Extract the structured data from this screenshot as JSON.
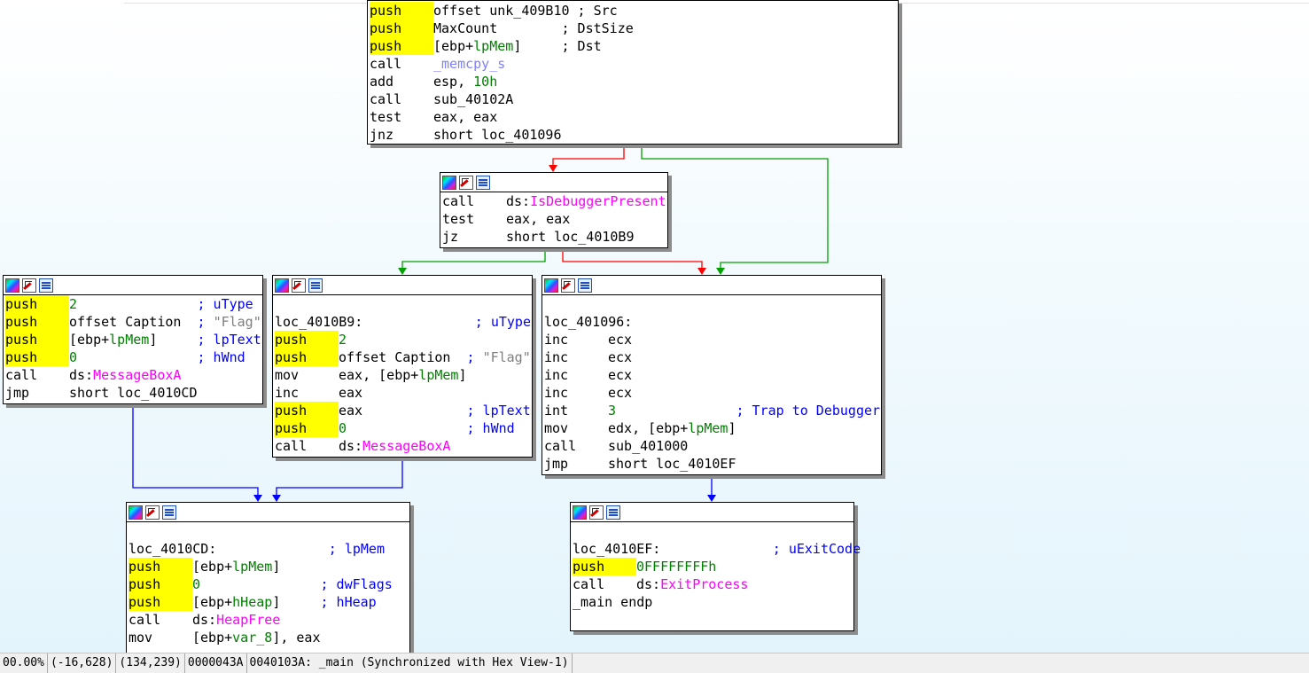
{
  "blocks": [
    {
      "id": "block-memcpy",
      "has_header": false,
      "lines": [
        [
          {
            "t": "push",
            "c": "hl mn"
          },
          {
            "t": "offset unk_409B10 ; Src"
          }
        ],
        [
          {
            "t": "push",
            "c": "hl mn"
          },
          {
            "t": "MaxCount        ; DstSize"
          }
        ],
        [
          {
            "t": "push",
            "c": "hl mn"
          },
          {
            "t": "[ebp+"
          },
          {
            "t": "lpMem",
            "c": "var"
          },
          {
            "t": "]     ; Dst"
          }
        ],
        [
          {
            "t": "call",
            "c": "mn"
          },
          {
            "t": "_memcpy_s",
            "c": "lnk"
          }
        ],
        [
          {
            "t": "add",
            "c": "mn"
          },
          {
            "t": "esp, "
          },
          {
            "t": "10h",
            "c": "num"
          }
        ],
        [
          {
            "t": "call",
            "c": "mn"
          },
          {
            "t": "sub_40102A"
          }
        ],
        [
          {
            "t": "test",
            "c": "mn"
          },
          {
            "t": "eax, eax"
          }
        ],
        [
          {
            "t": "jnz",
            "c": "mn"
          },
          {
            "t": "short loc_401096"
          }
        ]
      ]
    },
    {
      "id": "block-isdebugger",
      "has_header": true,
      "lines": [
        [
          {
            "t": "call",
            "c": "mn"
          },
          {
            "t": "ds:"
          },
          {
            "t": "IsDebuggerPresent",
            "c": "imp"
          }
        ],
        [
          {
            "t": "test",
            "c": "mn"
          },
          {
            "t": "eax, eax"
          }
        ],
        [
          {
            "t": "jz",
            "c": "mn"
          },
          {
            "t": "short loc_4010B9"
          }
        ]
      ]
    },
    {
      "id": "block-msgbox-left",
      "has_header": true,
      "lines": [
        [
          {
            "t": "push",
            "c": "hl mn"
          },
          {
            "t": "2",
            "c": "num"
          },
          {
            "t": "               "
          },
          {
            "t": "; uType",
            "c": "cmt"
          }
        ],
        [
          {
            "t": "push",
            "c": "hl mn"
          },
          {
            "t": "offset Caption  "
          },
          {
            "t": "; ",
            "c": "cmt"
          },
          {
            "t": "\"Flag\"",
            "c": "str"
          }
        ],
        [
          {
            "t": "push",
            "c": "hl mn"
          },
          {
            "t": "[ebp+"
          },
          {
            "t": "lpMem",
            "c": "var"
          },
          {
            "t": "]     "
          },
          {
            "t": "; lpText",
            "c": "cmt"
          }
        ],
        [
          {
            "t": "push",
            "c": "hl mn"
          },
          {
            "t": "0",
            "c": "num"
          },
          {
            "t": "               "
          },
          {
            "t": "; hWnd",
            "c": "cmt"
          }
        ],
        [
          {
            "t": "call",
            "c": "mn"
          },
          {
            "t": "ds:"
          },
          {
            "t": "MessageBoxA",
            "c": "imp"
          }
        ],
        [
          {
            "t": "jmp",
            "c": "mn"
          },
          {
            "t": "short loc_4010CD"
          }
        ]
      ]
    },
    {
      "id": "block-loc-4010b9",
      "has_header": true,
      "lines": [
        [],
        [
          {
            "t": "loc_4010B9:              "
          },
          {
            "t": "; uType",
            "c": "cmt"
          }
        ],
        [
          {
            "t": "push",
            "c": "hl mn"
          },
          {
            "t": "2",
            "c": "num"
          }
        ],
        [
          {
            "t": "push",
            "c": "hl mn"
          },
          {
            "t": "offset Caption  "
          },
          {
            "t": "; ",
            "c": "cmt"
          },
          {
            "t": "\"Flag\"",
            "c": "str"
          }
        ],
        [
          {
            "t": "mov",
            "c": "mn"
          },
          {
            "t": "eax, [ebp+"
          },
          {
            "t": "lpMem",
            "c": "var"
          },
          {
            "t": "]"
          }
        ],
        [
          {
            "t": "inc",
            "c": "mn"
          },
          {
            "t": "eax"
          }
        ],
        [
          {
            "t": "push",
            "c": "hl mn"
          },
          {
            "t": "eax             "
          },
          {
            "t": "; lpText",
            "c": "cmt"
          }
        ],
        [
          {
            "t": "push",
            "c": "hl mn"
          },
          {
            "t": "0",
            "c": "num"
          },
          {
            "t": "               "
          },
          {
            "t": "; hWnd",
            "c": "cmt"
          }
        ],
        [
          {
            "t": "call",
            "c": "mn"
          },
          {
            "t": "ds:"
          },
          {
            "t": "MessageBoxA",
            "c": "imp"
          }
        ]
      ]
    },
    {
      "id": "block-loc-401096",
      "has_header": true,
      "lines": [
        [],
        [
          {
            "t": "loc_401096:"
          }
        ],
        [
          {
            "t": "inc",
            "c": "mn"
          },
          {
            "t": "ecx"
          }
        ],
        [
          {
            "t": "inc",
            "c": "mn"
          },
          {
            "t": "ecx"
          }
        ],
        [
          {
            "t": "inc",
            "c": "mn"
          },
          {
            "t": "ecx"
          }
        ],
        [
          {
            "t": "inc",
            "c": "mn"
          },
          {
            "t": "ecx"
          }
        ],
        [
          {
            "t": "int",
            "c": "mn"
          },
          {
            "t": "3",
            "c": "num"
          },
          {
            "t": "               "
          },
          {
            "t": "; Trap to Debugger",
            "c": "cmt"
          }
        ],
        [
          {
            "t": "mov",
            "c": "mn"
          },
          {
            "t": "edx, [ebp+"
          },
          {
            "t": "lpMem",
            "c": "var"
          },
          {
            "t": "]"
          }
        ],
        [
          {
            "t": "call",
            "c": "mn"
          },
          {
            "t": "sub_401000"
          }
        ],
        [
          {
            "t": "jmp",
            "c": "mn"
          },
          {
            "t": "short loc_4010EF"
          }
        ]
      ]
    },
    {
      "id": "block-loc-4010cd",
      "has_header": true,
      "lines": [
        [],
        [
          {
            "t": "loc_4010CD:              "
          },
          {
            "t": "; lpMem",
            "c": "cmt"
          }
        ],
        [
          {
            "t": "push",
            "c": "hl mn"
          },
          {
            "t": "[ebp+"
          },
          {
            "t": "lpMem",
            "c": "var"
          },
          {
            "t": "]"
          }
        ],
        [
          {
            "t": "push",
            "c": "hl mn"
          },
          {
            "t": "0",
            "c": "num"
          },
          {
            "t": "               "
          },
          {
            "t": "; dwFlags",
            "c": "cmt"
          }
        ],
        [
          {
            "t": "push",
            "c": "hl mn"
          },
          {
            "t": "[ebp+"
          },
          {
            "t": "hHeap",
            "c": "var"
          },
          {
            "t": "]     "
          },
          {
            "t": "; hHeap",
            "c": "cmt"
          }
        ],
        [
          {
            "t": "call",
            "c": "mn"
          },
          {
            "t": "ds:"
          },
          {
            "t": "HeapFree",
            "c": "imp"
          }
        ],
        [
          {
            "t": "mov",
            "c": "mn"
          },
          {
            "t": "[ebp+"
          },
          {
            "t": "var_8",
            "c": "var"
          },
          {
            "t": "], eax"
          }
        ]
      ]
    },
    {
      "id": "block-loc-4010ef",
      "has_header": true,
      "lines": [
        [],
        [
          {
            "t": "loc_4010EF:              "
          },
          {
            "t": "; uExitCode",
            "c": "cmt"
          }
        ],
        [
          {
            "t": "push",
            "c": "hl mn"
          },
          {
            "t": "0FFFFFFFFh",
            "c": "num"
          }
        ],
        [
          {
            "t": "call",
            "c": "mn"
          },
          {
            "t": "ds:"
          },
          {
            "t": "ExitProcess",
            "c": "imp"
          }
        ],
        [
          {
            "t": "_main endp"
          }
        ]
      ]
    }
  ],
  "colors": {
    "edge_true": "#00a000",
    "edge_false": "#ff0000",
    "edge_uncond": "#0000ff",
    "highlight": "#ffff00"
  },
  "status_bar": {
    "zoom": "00.00%",
    "coords": "(-16,628)",
    "mouse": "(134,239)",
    "offset": "0000043A",
    "location": "0040103A: _main (Synchronized with Hex View-1)"
  }
}
